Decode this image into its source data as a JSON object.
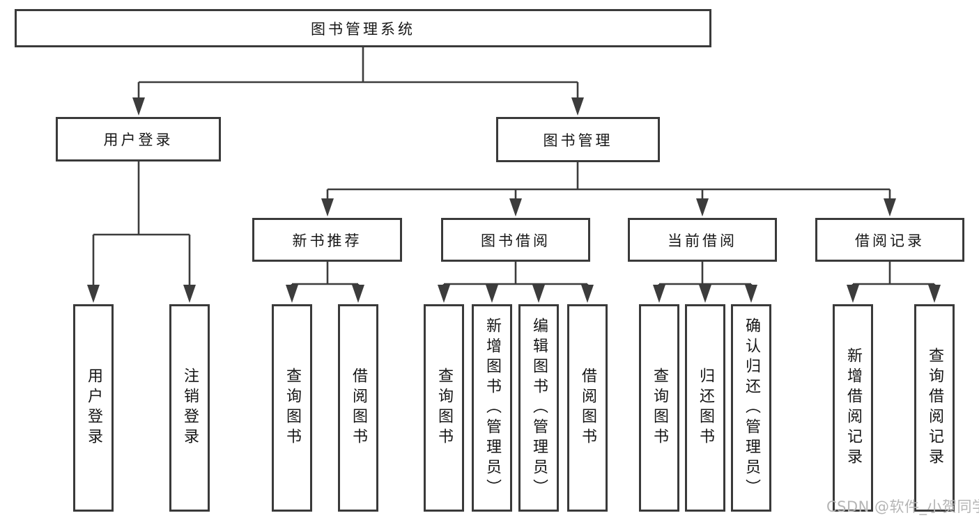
{
  "diagram": {
    "root": {
      "label": "图书管理系统"
    },
    "level2": [
      {
        "id": "user-login",
        "label": "用户登录"
      },
      {
        "id": "book-management",
        "label": "图书管理"
      }
    ],
    "level3": [
      {
        "id": "new-book-recommend",
        "label": "新书推荐"
      },
      {
        "id": "book-borrowing",
        "label": "图书借阅"
      },
      {
        "id": "current-borrowing",
        "label": "当前借阅"
      },
      {
        "id": "borrowing-records",
        "label": "借阅记录"
      }
    ],
    "leaves": {
      "user_login": [
        {
          "label": "用户登录"
        },
        {
          "label": "注销登录"
        }
      ],
      "new_book_recommend": [
        {
          "label": "查询图书"
        },
        {
          "label": "借阅图书"
        }
      ],
      "book_borrowing": [
        {
          "label": "查询图书"
        },
        {
          "label": "新增图书（管理员）"
        },
        {
          "label": "编辑图书（管理员）"
        },
        {
          "label": "借阅图书"
        }
      ],
      "current_borrowing": [
        {
          "label": "查询图书"
        },
        {
          "label": "归还图书"
        },
        {
          "label": "确认归还（管理员）"
        }
      ],
      "borrowing_records": [
        {
          "label": "新增借阅记录"
        },
        {
          "label": "查询借阅记录"
        }
      ]
    }
  },
  "watermark": {
    "text": "CSDN @软件_小贺同学"
  },
  "colors": {
    "line": "#3c3c3c",
    "box_border": "#3a3a3a",
    "text": "#161616",
    "watermark": "#b5b5b5",
    "background": "#ffffff"
  }
}
